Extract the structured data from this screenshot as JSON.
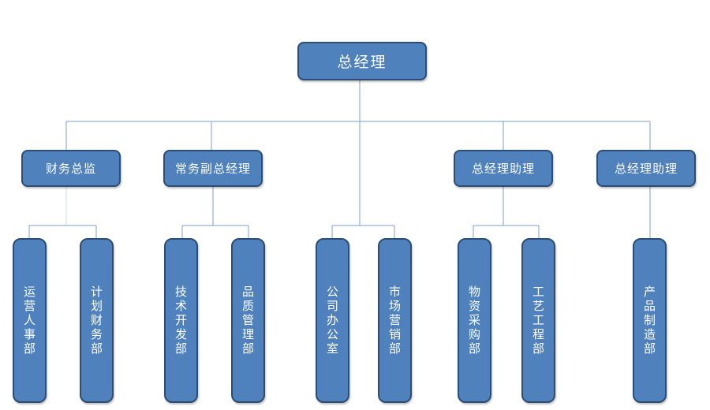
{
  "root": {
    "label": "总经理"
  },
  "level2": [
    {
      "label": "财务总监"
    },
    {
      "label": "常务副总经理"
    },
    {
      "label": "总经理助理"
    },
    {
      "label": "总经理助理"
    }
  ],
  "departments": [
    {
      "label": "运营人事部"
    },
    {
      "label": "计划财务部"
    },
    {
      "label": "技术开发部"
    },
    {
      "label": "品质管理部"
    },
    {
      "label": "公司办公室"
    },
    {
      "label": "市场营销部"
    },
    {
      "label": "物资采购部"
    },
    {
      "label": "工艺工程部"
    },
    {
      "label": "产品制造部"
    }
  ],
  "colors": {
    "box_fill": "#4f81bd",
    "box_border": "#2c4d75",
    "connector": "#7f9fcf"
  }
}
